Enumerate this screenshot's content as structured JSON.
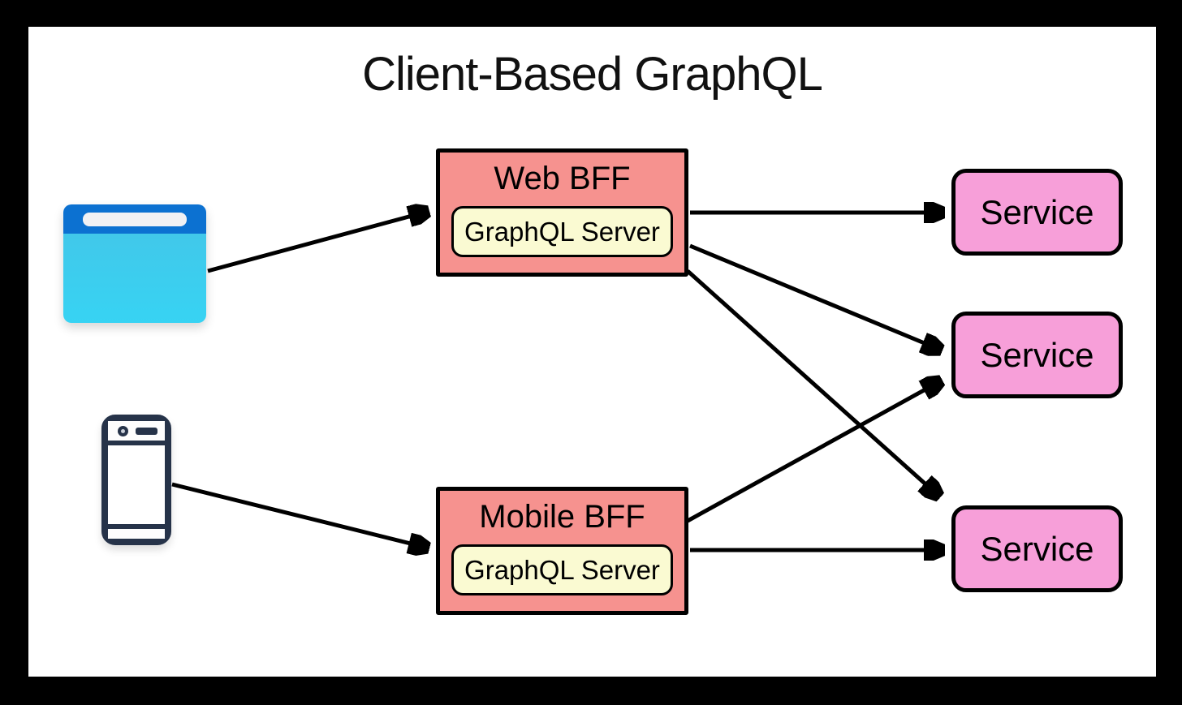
{
  "title": "Client-Based GraphQL",
  "diagram": {
    "clients": [
      {
        "id": "web-browser",
        "icon": "browser-icon"
      },
      {
        "id": "mobile-phone",
        "icon": "smartphone-icon"
      }
    ],
    "nodes": {
      "web_bff": {
        "label": "Web BFF",
        "sublabel": "GraphQL Server"
      },
      "mobile_bff": {
        "label": "Mobile BFF",
        "sublabel": "GraphQL Server"
      }
    },
    "services": [
      {
        "label": "Service"
      },
      {
        "label": "Service"
      },
      {
        "label": "Service"
      }
    ],
    "edges": [
      {
        "from": "web-browser",
        "to": "web-bff"
      },
      {
        "from": "mobile-phone",
        "to": "mobile-bff"
      },
      {
        "from": "web-bff",
        "to": "service-1"
      },
      {
        "from": "web-bff",
        "to": "service-2"
      },
      {
        "from": "web-bff",
        "to": "service-3"
      },
      {
        "from": "mobile-bff",
        "to": "service-2"
      },
      {
        "from": "mobile-bff",
        "to": "service-3"
      }
    ],
    "colors": {
      "frame": "#000000",
      "canvas": "#ffffff",
      "bff_fill": "#F6928F",
      "graphql_fill": "#FAFAD2",
      "service_fill": "#F79FD9",
      "outline": "#000000",
      "browser_topbar": "#0C71D1",
      "browser_body": "#3BD0F0",
      "phone_outline": "#263349"
    }
  }
}
